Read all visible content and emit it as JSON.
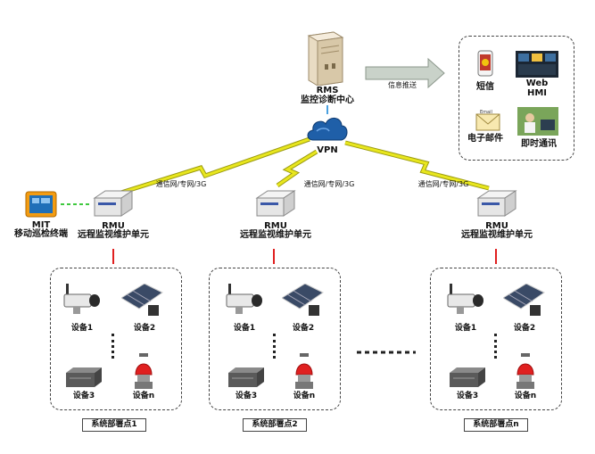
{
  "rms": {
    "title": "RMS",
    "subtitle": "监控诊断中心"
  },
  "vpn": {
    "label": "VPN"
  },
  "push": {
    "label": "信息推送"
  },
  "channels": [
    {
      "label": "短信"
    },
    {
      "label": "Web\nHMI"
    },
    {
      "label": "电子邮件"
    },
    {
      "label": "即时通讯"
    }
  ],
  "mit": {
    "title": "MIT",
    "subtitle": "移动巡检终端"
  },
  "link_label": "通信网/专网/3G",
  "rmu": {
    "title": "RMU",
    "subtitle": "远程监视维护单元"
  },
  "devices": {
    "d1": "设备1",
    "d2": "设备2",
    "d3": "设备3",
    "dn": "设备n"
  },
  "sites": [
    {
      "name": "系统部署点1"
    },
    {
      "name": "系统部署点2"
    },
    {
      "name": "系统部署点n"
    }
  ],
  "colors": {
    "lightning": "#e8e61e",
    "lightning_edge": "#9a9a10",
    "mit_link": "#3ec83e",
    "rmu_link": "#e02020",
    "cloud": "#1f5fa8",
    "rms_link": "#4aa0e0",
    "arrow": "#9aa59a"
  }
}
